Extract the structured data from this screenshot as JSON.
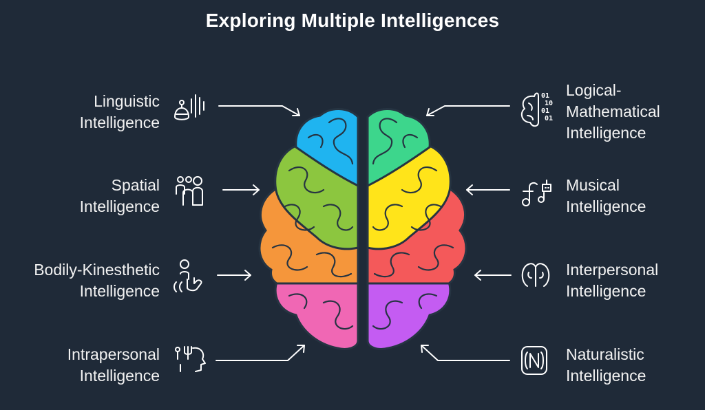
{
  "title": "Exploring Multiple Intelligences",
  "items": {
    "linguistic": {
      "line1": "Linguistic",
      "line2": "Intelligence",
      "icon": "speaking-head-icon",
      "color": "#1fb4f0"
    },
    "spatial": {
      "line1": "Spatial",
      "line2": "Intelligence",
      "icon": "people-group-icon",
      "color": "#8cc63f"
    },
    "bodily": {
      "line1": "Bodily-Kinesthetic",
      "line2": "Intelligence",
      "icon": "hand-motion-icon",
      "color": "#f5963b"
    },
    "intrapersonal": {
      "line1": "Intrapersonal",
      "line2": "Intelligence",
      "icon": "head-profile-tools-icon",
      "color": "#f067b4"
    },
    "logical": {
      "line1": "Logical-",
      "line2": "Mathematical",
      "line3": "Intelligence",
      "icon": "brain-binary-icon",
      "color": "#3dd68c"
    },
    "musical": {
      "line1": "Musical",
      "line2": "Intelligence",
      "icon": "music-note-robot-icon",
      "color": "#ffe41a"
    },
    "interpersonal": {
      "line1": "Interpersonal",
      "line2": "Intelligence",
      "icon": "two-faces-icon",
      "color": "#f4595a"
    },
    "naturalistic": {
      "line1": "Naturalistic",
      "line2": "Intelligence",
      "icon": "n-badge-icon",
      "color": "#c45cf2"
    }
  }
}
